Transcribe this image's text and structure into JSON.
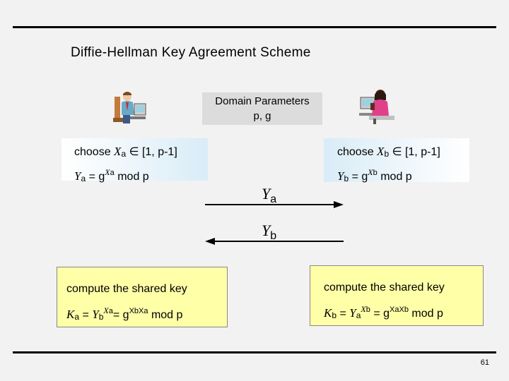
{
  "title": "Diffie-Hellman Key Agreement Scheme",
  "domain_params": {
    "line1": "Domain Parameters",
    "line2": "p, g"
  },
  "alice": {
    "choose_prefix": "choose ",
    "choose_var": "X",
    "choose_sub": "a",
    "choose_in": " ∈ [1, p-1]",
    "y_var": "Y",
    "y_sub": "a",
    "y_eq": " = g",
    "y_exp_var": "X",
    "y_exp_sub": "a",
    "y_mod": " mod p",
    "shared_title": "compute the shared key",
    "k_var": "K",
    "k_sub": "a",
    "k_eq1": " = ",
    "k_y_var": "Y",
    "k_y_sub": "b",
    "k_y_exp_var": "X",
    "k_y_exp_sub": "a",
    "k_eq2": "= g",
    "k_g_exp": "XbXa",
    "k_mod": " mod p"
  },
  "bob": {
    "choose_prefix": "choose ",
    "choose_var": "X",
    "choose_sub": "b",
    "choose_in": " ∈ [1, p-1]",
    "y_var": "Y",
    "y_sub": "b",
    "y_eq": " = g",
    "y_exp_var": "X",
    "y_exp_sub": "b",
    "y_mod": " mod p",
    "shared_title": "compute the shared key",
    "k_var": "K",
    "k_sub": "b",
    "k_eq1": " = ",
    "k_y_var": "Y",
    "k_y_sub": "a",
    "k_y_exp_var": "X",
    "k_y_exp_sub": "b",
    "k_eq2": " = g",
    "k_g_exp": "XaXb",
    "k_mod": " mod p"
  },
  "messages": {
    "to_bob_var": "Y",
    "to_bob_sub": "a",
    "to_alice_var": "Y",
    "to_alice_sub": "b"
  },
  "page_number": "61",
  "icons": {
    "left": "man-at-computer-icon",
    "right": "woman-at-computer-icon"
  }
}
